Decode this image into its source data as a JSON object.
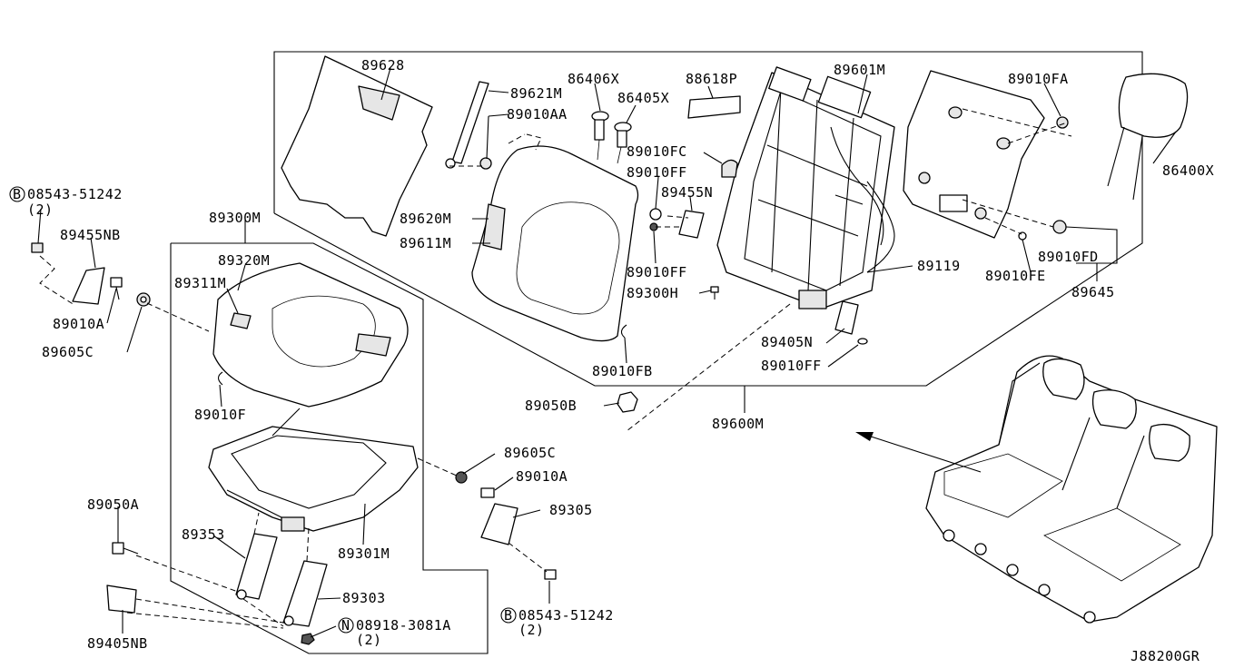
{
  "diagram": {
    "drawing_code": "J88200GR",
    "labels": {
      "p89628": "89628",
      "p89621M": "89621M",
      "p89010AA": "89010AA",
      "p86406X": "86406X",
      "p86405X": "86405X",
      "p88618P": "88618P",
      "p89601M": "89601M",
      "p89010FA": "89010FA",
      "p86400X": "86400X",
      "p89010FC": "89010FC",
      "p89010FF_a": "89010FF",
      "p89455N": "89455N",
      "p89620M": "89620M",
      "p89611M": "89611M",
      "p89010FF_b": "89010FF",
      "p89300H": "89300H",
      "p89119": "89119",
      "p89010FE": "89010FE",
      "p89010FD": "89010FD",
      "p89645": "89645",
      "p89405N": "89405N",
      "p89010FF_c": "89010FF",
      "p89010FB": "89010FB",
      "p89050B": "89050B",
      "p89600M": "89600M",
      "p08543_top": "08543-51242",
      "p08543_top_qty": "(2)",
      "p89455NB": "89455NB",
      "p89300M": "89300M",
      "p89320M": "89320M",
      "p89311M": "89311M",
      "p89010A_left": "89010A",
      "p89605C_left": "89605C",
      "p89010F": "89010F",
      "p89605C_right": "89605C",
      "p89010A_right": "89010A",
      "p89305": "89305",
      "p89050A": "89050A",
      "p89353": "89353",
      "p89301M": "89301M",
      "p89303": "89303",
      "p08918": "08918-3081A",
      "p08918_qty": "(2)",
      "p08543_bot": "08543-51242",
      "p08543_bot_qty": "(2)",
      "p89405NB": "89405NB"
    },
    "markers": {
      "bolt": "B",
      "nut": "N"
    }
  }
}
